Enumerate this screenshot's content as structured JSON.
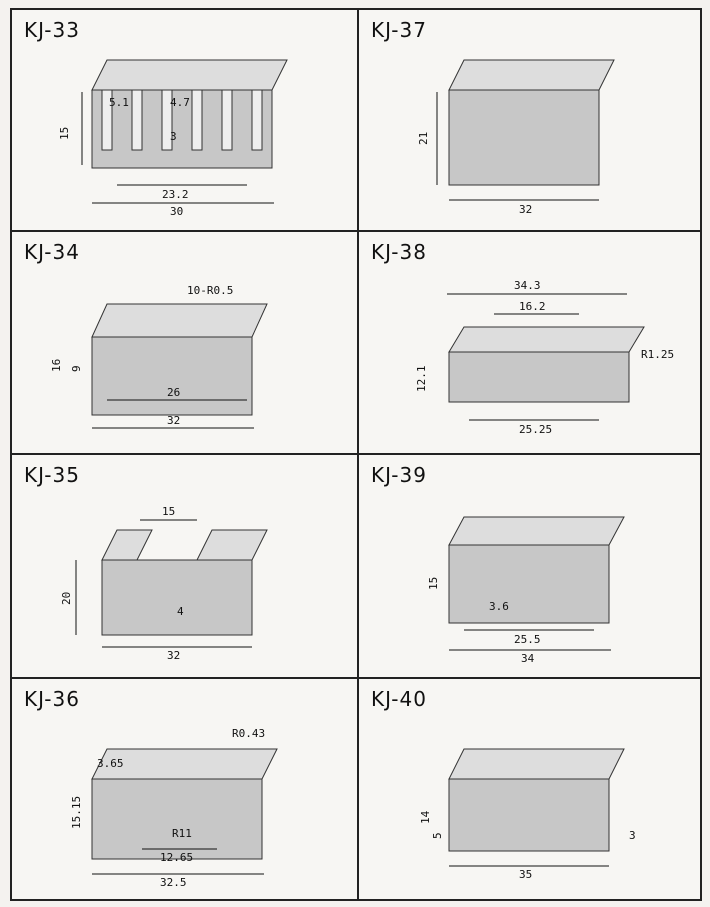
{
  "models": [
    {
      "id": "KJ-33",
      "dims": {
        "a": "5.1",
        "b": "4.7",
        "c": "3",
        "h": "15",
        "w1": "23.2",
        "w2": "30"
      }
    },
    {
      "id": "KJ-37",
      "dims": {
        "h": "21",
        "w": "32"
      }
    },
    {
      "id": "KJ-34",
      "dims": {
        "r": "10-R0.5",
        "h1": "16",
        "h2": "9",
        "w1": "26",
        "w2": "32"
      }
    },
    {
      "id": "KJ-38",
      "dims": {
        "w1": "34.3",
        "w2": "16.2",
        "h": "12.1",
        "r": "R1.25",
        "w3": "25.25"
      }
    },
    {
      "id": "KJ-35",
      "dims": {
        "w1": "15",
        "h": "20",
        "t": "4",
        "w2": "32"
      }
    },
    {
      "id": "KJ-39",
      "dims": {
        "h": "15",
        "g": "3.6",
        "w1": "25.5",
        "w2": "34"
      }
    },
    {
      "id": "KJ-36",
      "dims": {
        "a": "3.65",
        "r1": "R0.43",
        "h": "15.15",
        "r2": "R11",
        "w1": "12.65",
        "w2": "32.5"
      }
    },
    {
      "id": "KJ-40",
      "dims": {
        "h1": "14",
        "h2": "5",
        "t": "3",
        "w": "35"
      }
    }
  ]
}
